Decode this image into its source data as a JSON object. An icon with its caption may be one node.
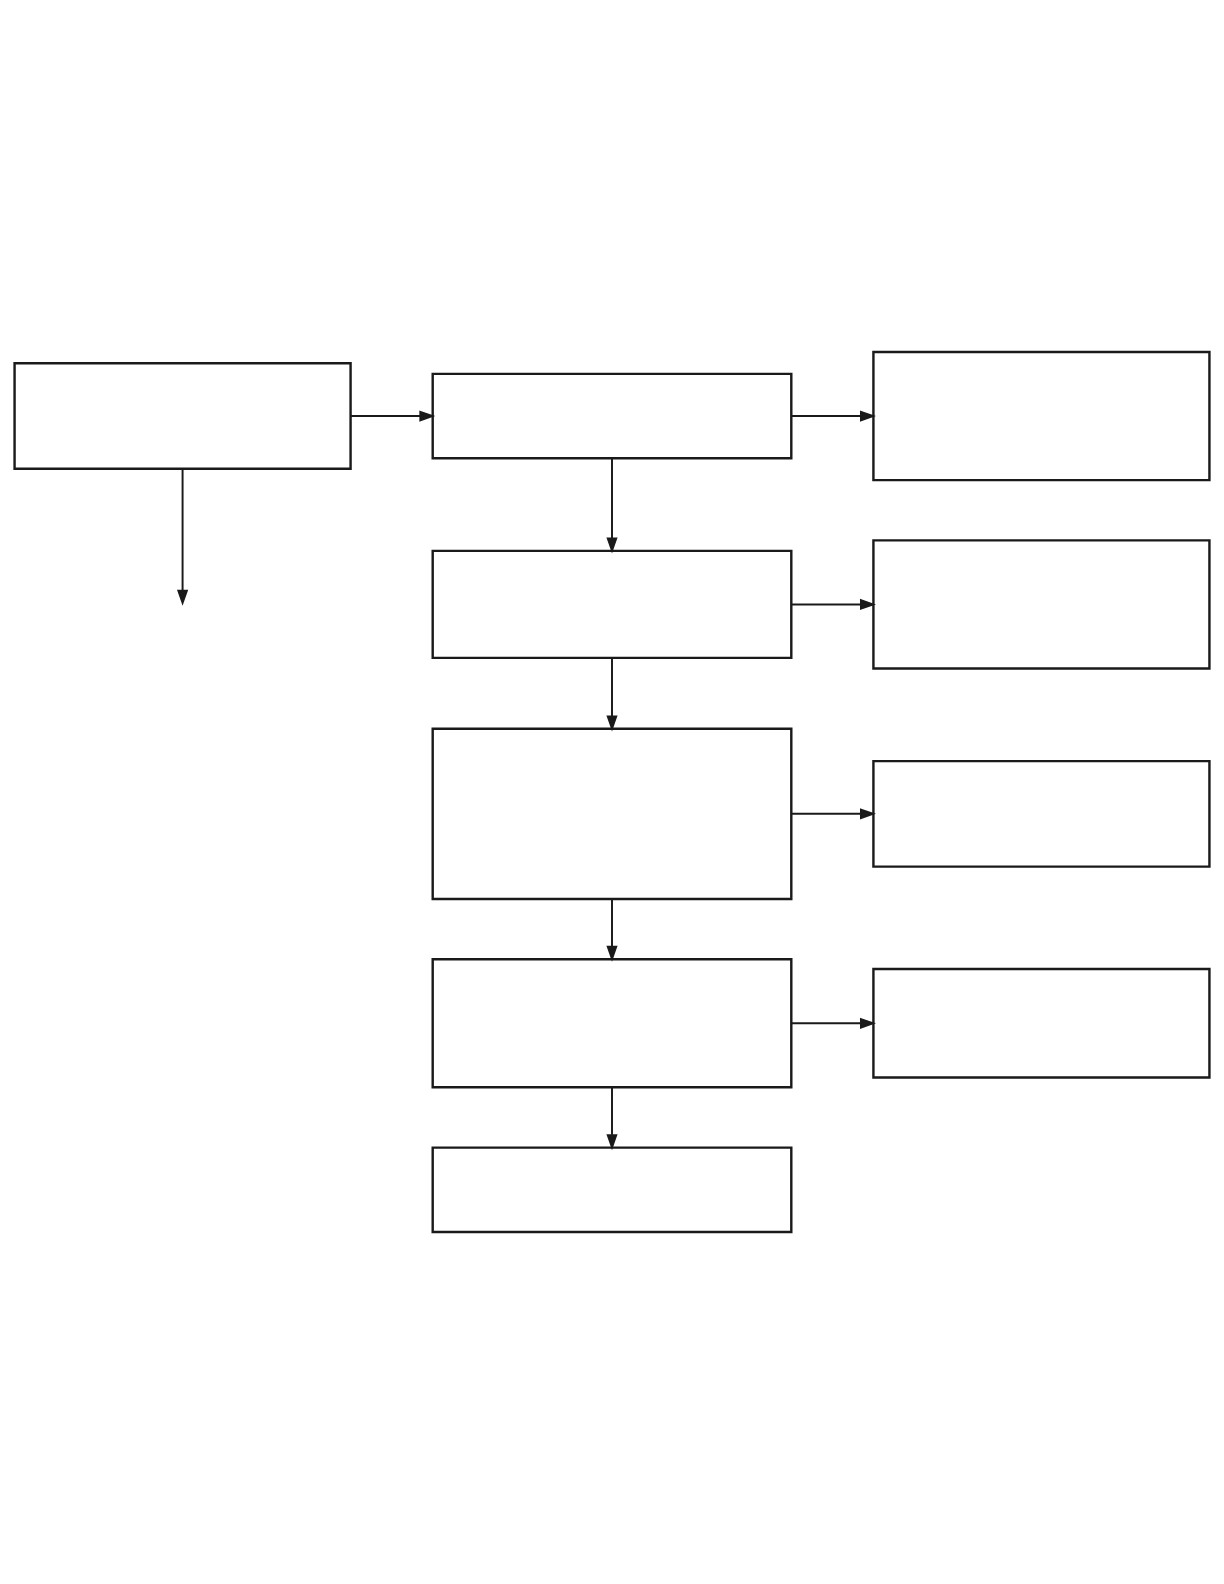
{
  "diagram": {
    "nodes": [
      {
        "text": [],
        "shape": "box"
      },
      {
        "text": [],
        "shape": "box"
      },
      {
        "text": [],
        "shape": "box"
      },
      {
        "text": [],
        "shape": "box"
      },
      {
        "text": [],
        "shape": "box"
      },
      {
        "text": [],
        "shape": "box"
      },
      {
        "text": [],
        "shape": "box"
      },
      {
        "text": [],
        "shape": "box"
      },
      {
        "text": [],
        "shape": "box"
      },
      {
        "text": [],
        "shape": "box"
      }
    ],
    "edges": [
      {
        "from": 0,
        "to": 1,
        "arrow": "to"
      },
      {
        "from": 0,
        "to": null,
        "arrow": "to"
      },
      {
        "from": 1,
        "to": 2,
        "arrow": "to"
      },
      {
        "from": 1,
        "to": 3,
        "arrow": "to"
      },
      {
        "from": 3,
        "to": 4,
        "arrow": "to"
      },
      {
        "from": 3,
        "to": 5,
        "arrow": "to"
      },
      {
        "from": 5,
        "to": 6,
        "arrow": "to"
      },
      {
        "from": 5,
        "to": 7,
        "arrow": "to"
      },
      {
        "from": 7,
        "to": 8,
        "arrow": "to"
      },
      {
        "from": 7,
        "to": 9,
        "arrow": "to"
      }
    ]
  }
}
